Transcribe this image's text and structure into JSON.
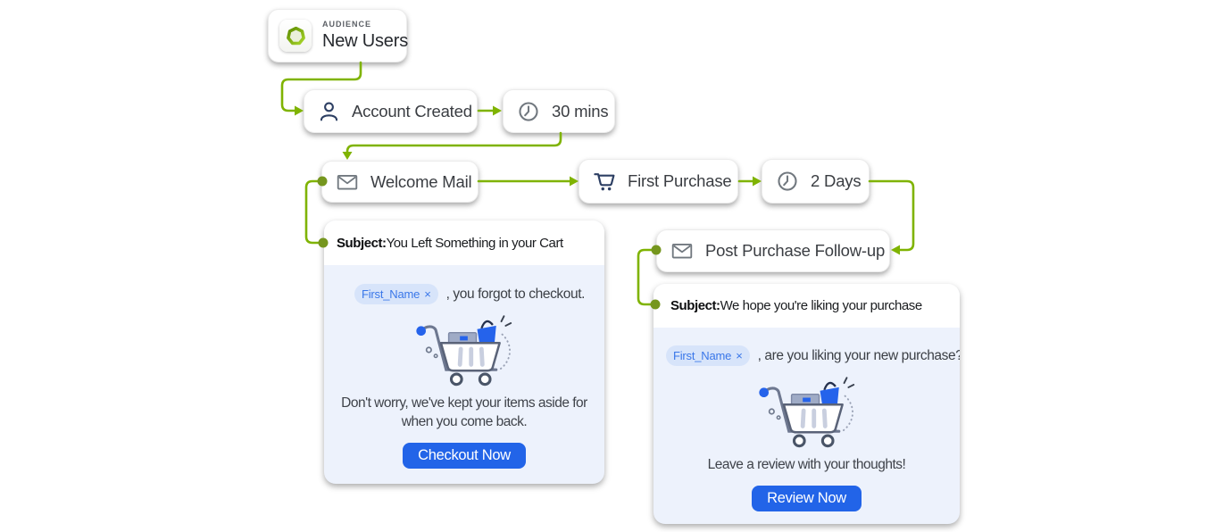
{
  "audience_node": {
    "kicker": "AUDIENCE",
    "title": "New Users",
    "icon": "audience-heptagon-icon"
  },
  "nodes": {
    "account_created": {
      "label": "Account Created",
      "icon": "user-icon"
    },
    "wait_30_mins": {
      "label": "30 mins",
      "icon": "clock-icon"
    },
    "welcome_mail": {
      "label": "Welcome Mail",
      "icon": "mail-icon"
    },
    "first_purchase": {
      "label": "First Purchase",
      "icon": "cart-icon"
    },
    "wait_2_days": {
      "label": "2 Days",
      "icon": "clock-icon"
    },
    "post_purchase_followup": {
      "label": "Post Purchase Follow-up",
      "icon": "mail-icon"
    }
  },
  "emails": [
    {
      "subject_label": "Subject:",
      "subject": " You Left Something in your Cart",
      "merge_tag": "First_Name",
      "merge_tag_remove_glyph": "×",
      "greeting_rest": ", you forgot to checkout.",
      "body_lines": [
        "Don't worry, we've kept your items aside for",
        "when you come back."
      ],
      "cta_label": "Checkout Now"
    },
    {
      "subject_label": "Subject:",
      "subject": " We hope you're liking your purchase",
      "merge_tag": "First_Name",
      "merge_tag_remove_glyph": "×",
      "greeting_rest": ", are you liking your new purchase?",
      "body_lines": [
        "Leave a review with your thoughts!",
        ""
      ],
      "cta_label": "Review Now"
    }
  ],
  "colors": {
    "connector_green": "#7fb301",
    "connector_dot": "#75961e",
    "accent_blue": "#2264e8",
    "chip_bg": "#d7e4fa",
    "chip_text": "#3a77e9",
    "card_body_bg": "#edf2fc",
    "navy_icon": "#2d3f63",
    "gray_icon": "#71787f"
  }
}
